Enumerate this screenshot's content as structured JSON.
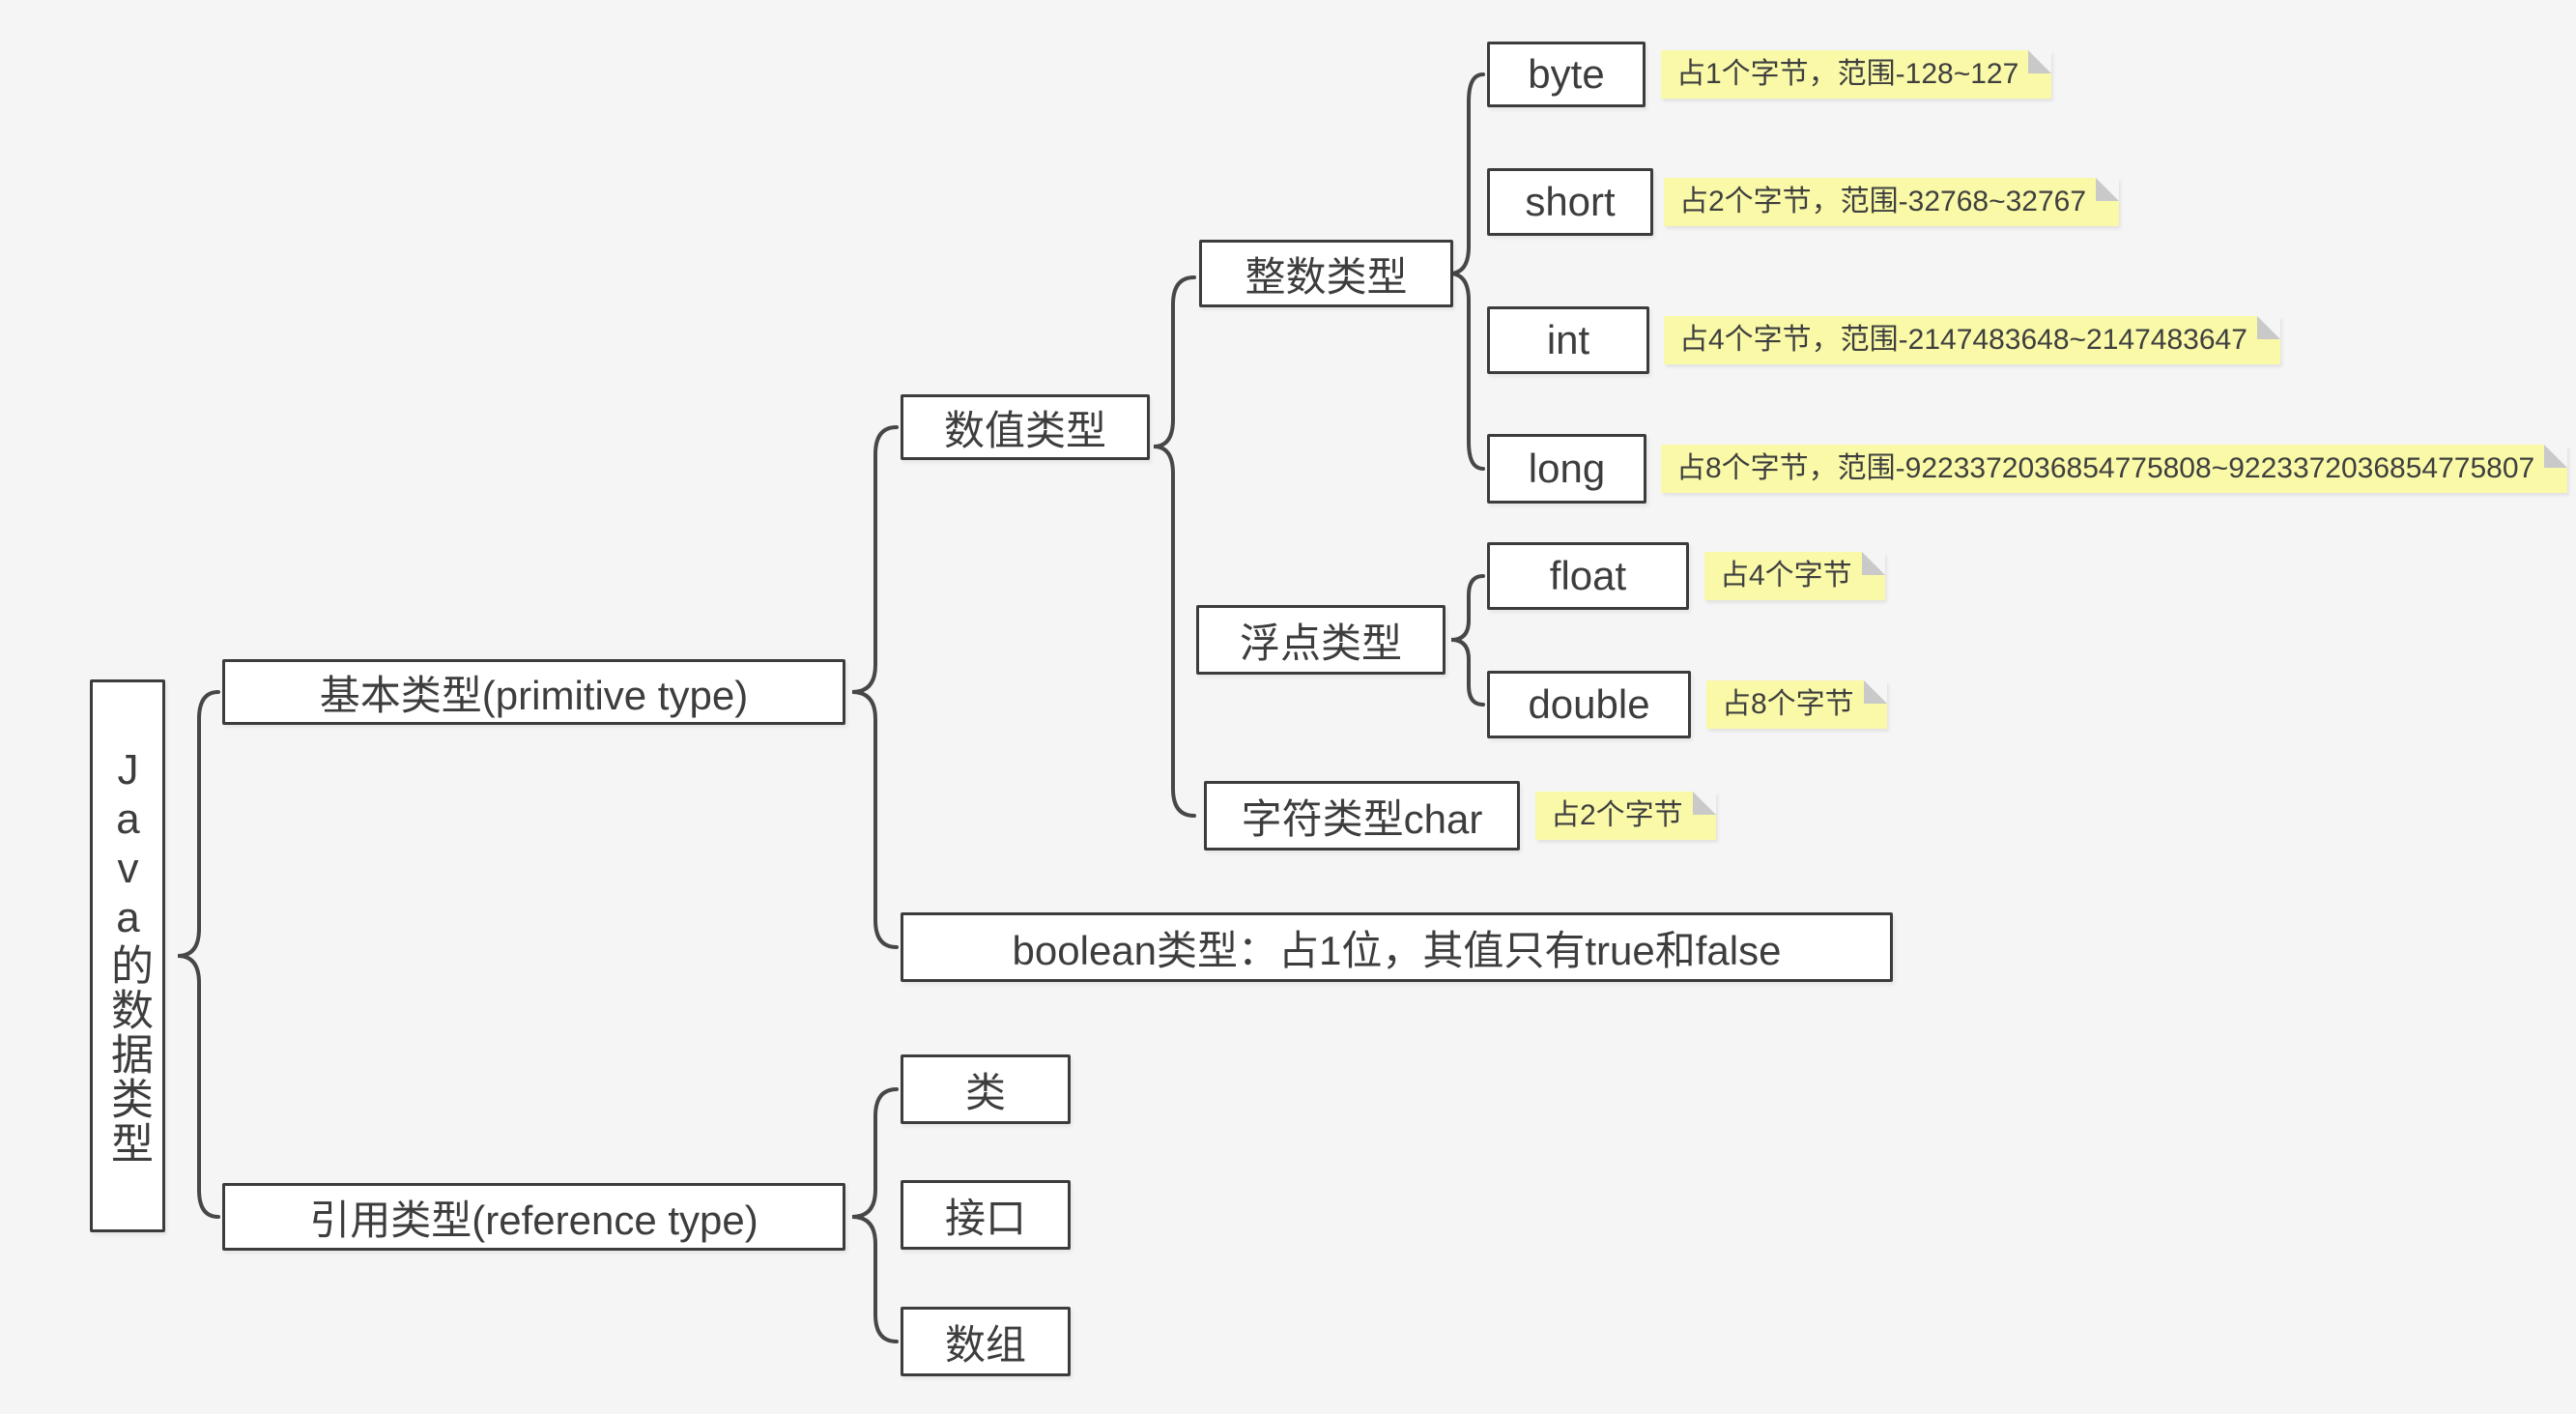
{
  "canvas": {
    "background_color": "#f5f5f5",
    "box_border_color": "#3c3c3c",
    "box_fill_color": "#ffffff",
    "text_color": "#3d3d3d",
    "connector_color": "#474747",
    "note_background_color": "#f9f9a8",
    "note_fold_color": "#c9c9ca"
  },
  "mindmap": {
    "root": {
      "label": "Java的数据类型"
    },
    "primitive": {
      "label": "基本类型(primitive type)"
    },
    "reference": {
      "label": "引用类型(reference type)"
    },
    "numeric": {
      "label": "数值类型"
    },
    "boolean": {
      "label": "boolean类型：占1位，其值只有true和false"
    },
    "integer": {
      "label": "整数类型"
    },
    "floating": {
      "label": "浮点类型"
    },
    "char": {
      "label": "字符类型char",
      "note": "占2个字节"
    },
    "byte": {
      "label": "byte",
      "note": "占1个字节，范围-128~127"
    },
    "short": {
      "label": "short",
      "note": "占2个字节，范围-32768~32767"
    },
    "int": {
      "label": "int",
      "note": "占4个字节，范围-2147483648~2147483647"
    },
    "long": {
      "label": "long",
      "note": "占8个字节，范围-9223372036854775808~9223372036854775807"
    },
    "float": {
      "label": "float",
      "note": "占4个字节"
    },
    "double": {
      "label": "double",
      "note": "占8个字节"
    },
    "class": {
      "label": "类"
    },
    "interface": {
      "label": "接口"
    },
    "array": {
      "label": "数组"
    }
  }
}
